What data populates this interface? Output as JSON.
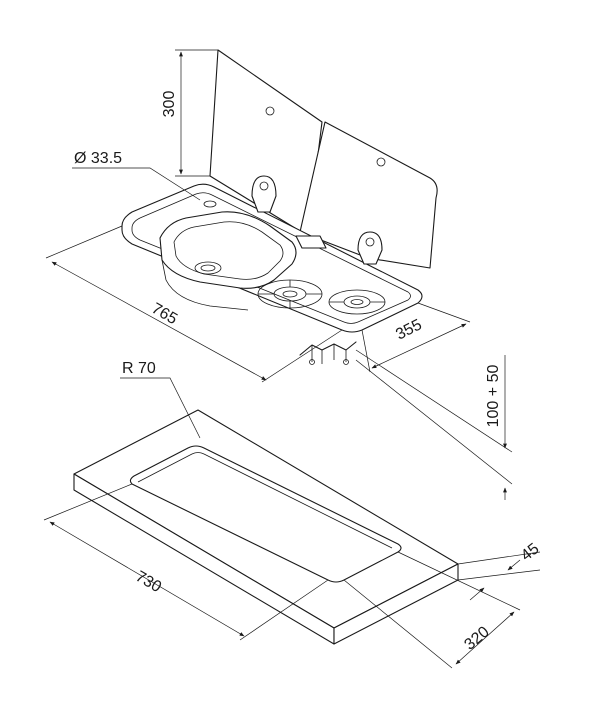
{
  "dimensions": {
    "lid_height": "300",
    "drain_diameter": "Ø 33.5",
    "unit_length": "765",
    "unit_depth": "355",
    "install_depth": "100 + 50",
    "corner_radius": "R 70",
    "cutout_length": "730",
    "cutout_width": "320",
    "edge_distance": "45"
  },
  "colors": {
    "line": "#1a1a1a",
    "background": "#ffffff"
  }
}
